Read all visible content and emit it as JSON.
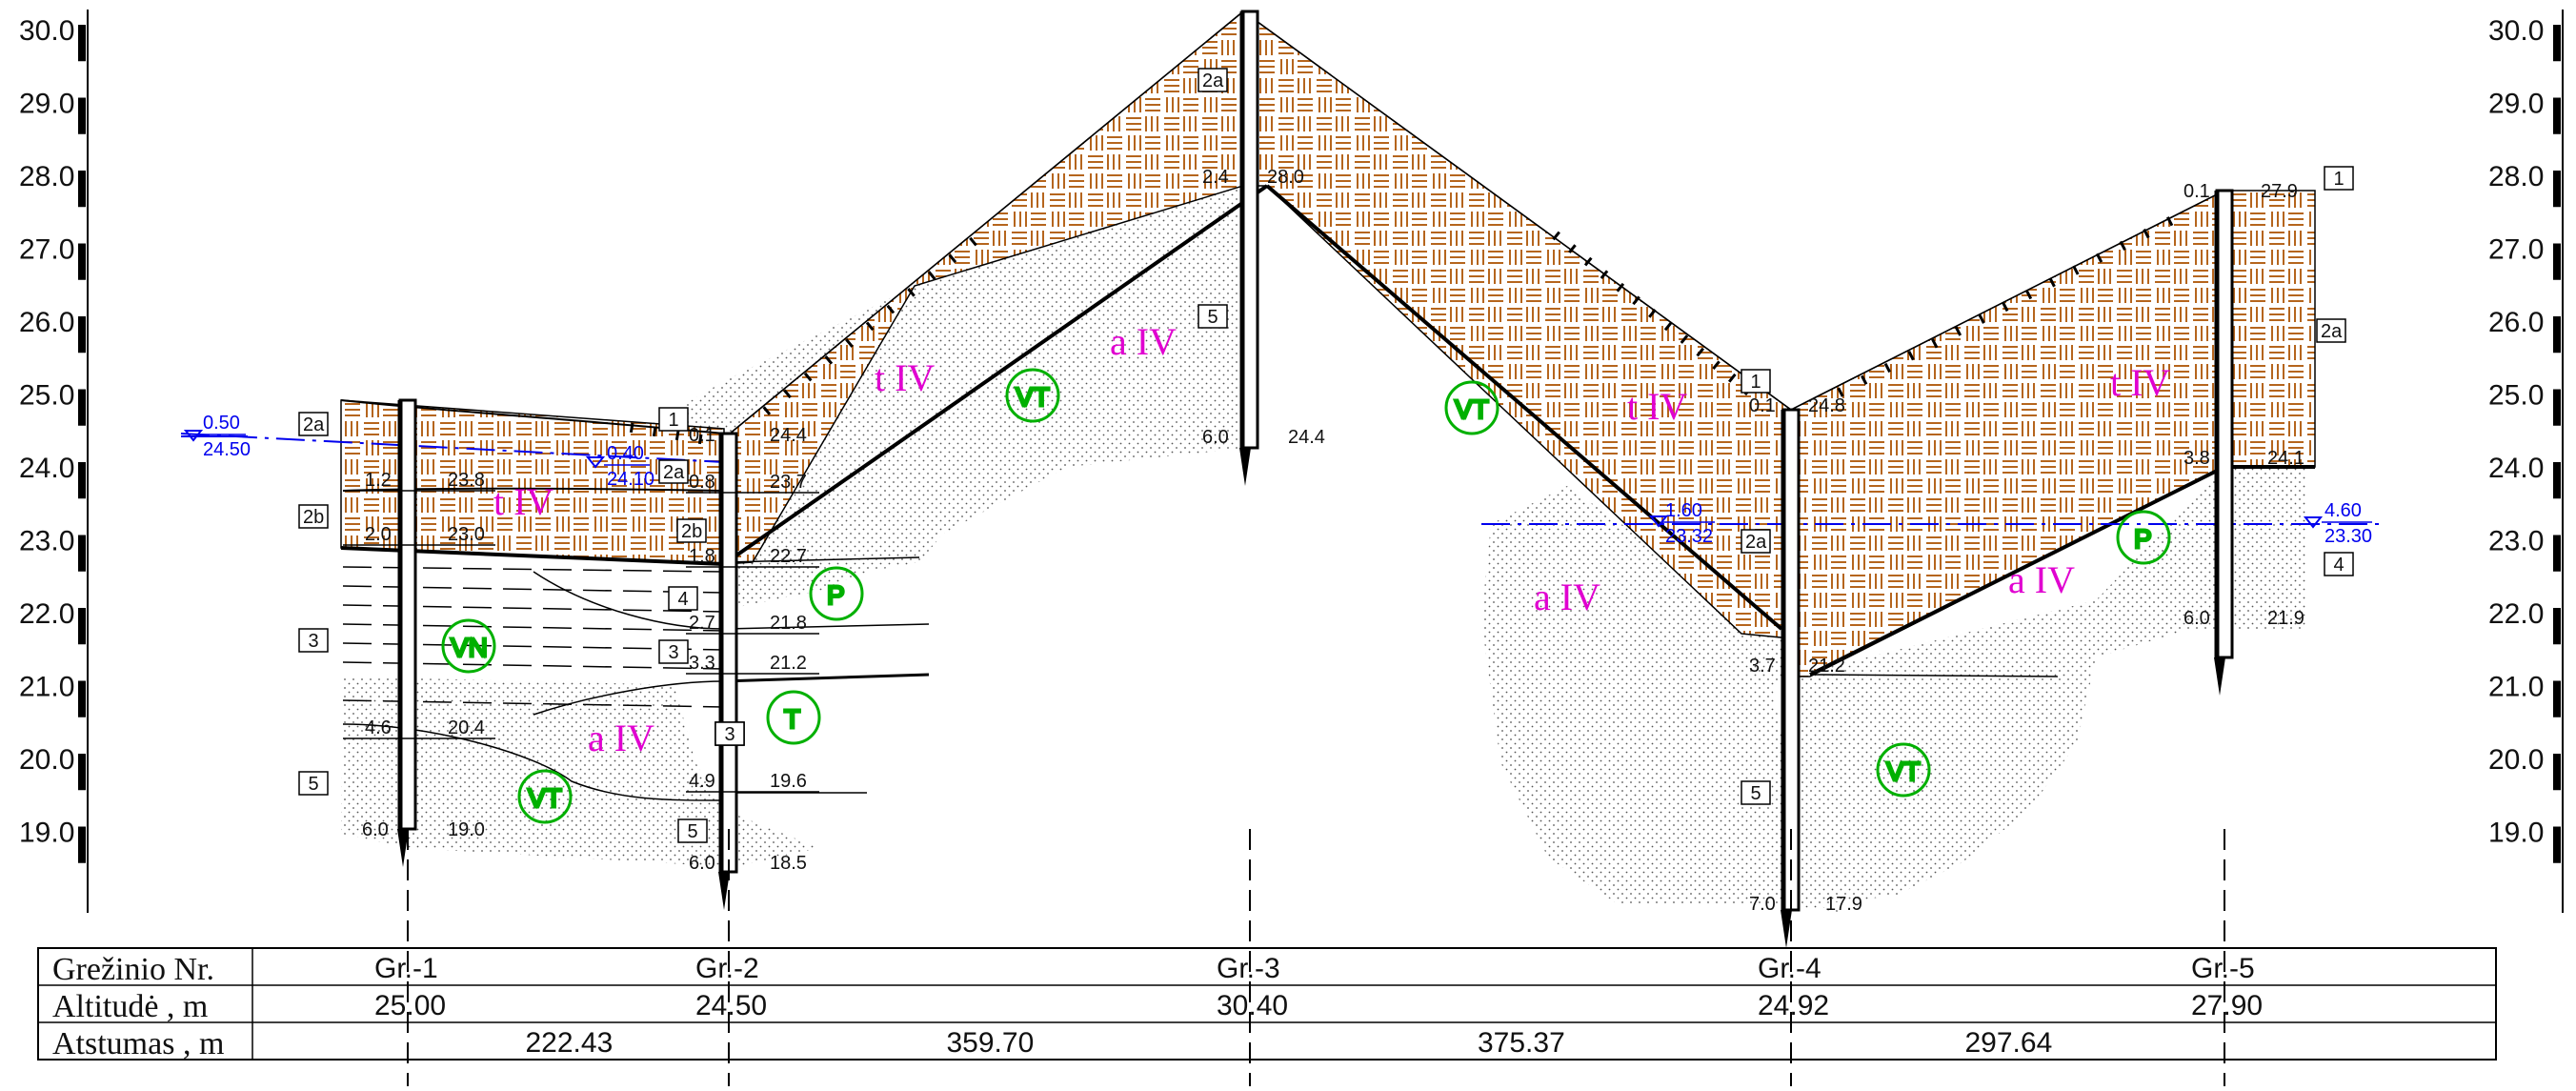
{
  "scale": {
    "ticks": [
      "30.0",
      "29.0",
      "28.0",
      "27.0",
      "26.0",
      "25.0",
      "24.0",
      "23.0",
      "22.0",
      "21.0",
      "20.0",
      "19.0"
    ]
  },
  "wells": [
    {
      "id": "Gr.-1",
      "altitude": "25.00",
      "top": "",
      "bottom_depth": "6.0",
      "bottom_alt": "19.0"
    },
    {
      "id": "Gr.-2",
      "altitude": "24.50",
      "top": "24.4",
      "bottom_depth": "6.0",
      "bottom_alt": "18.5"
    },
    {
      "id": "Gr.-3",
      "altitude": "30.40",
      "top": "",
      "bottom_depth": "6.0",
      "bottom_alt": "24.4"
    },
    {
      "id": "Gr.-4",
      "altitude": "24.92",
      "top": "24.8",
      "bottom_depth": "7.0",
      "bottom_alt": "17.9"
    },
    {
      "id": "Gr.-5",
      "altitude": "27.90",
      "top": "27.9",
      "bottom_depth": "6.0",
      "bottom_alt": "21.9"
    }
  ],
  "distances": [
    "222.43",
    "359.70",
    "375.37",
    "297.64"
  ],
  "table": {
    "row1": "Grežinio Nr.",
    "row2": "Altitudė , m",
    "row3": "Atstumas , m"
  },
  "strata_labels": {
    "t": "t IV",
    "a": "a IV"
  },
  "soil_symbols": {
    "vt": "VT",
    "p": "P",
    "t": "T",
    "vn": "VN"
  },
  "layer_boxes": [
    "1",
    "2a",
    "2b",
    "3",
    "4",
    "5"
  ],
  "water": {
    "gr1_depth": "0.50",
    "gr1_alt": "24.50",
    "gr2_depth": "0.40",
    "gr2_alt": "24.10",
    "gr4_depth": "1.60",
    "gr4_alt": "23.32",
    "gr5_depth": "4.60",
    "gr5_alt": "23.30"
  },
  "depth_labels": {
    "g1": [
      [
        "1.2",
        "23.8"
      ],
      [
        "2.0",
        "23.0"
      ],
      [
        "4.6",
        "20.4"
      ]
    ],
    "g2": [
      [
        "0.1",
        "24.4"
      ],
      [
        "0.8",
        "23.7"
      ],
      [
        "1.8",
        "22.7"
      ],
      [
        "2.7",
        "21.8"
      ],
      [
        "3.3",
        "21.2"
      ],
      [
        "4.9",
        "19.6"
      ]
    ],
    "g3": [
      [
        "2.4",
        "28.0"
      ]
    ],
    "g4": [
      [
        "0.1",
        "24.8"
      ],
      [
        "3.7",
        "21.2"
      ]
    ],
    "g5": [
      [
        "0.1",
        "27.9"
      ],
      [
        "3.8",
        "24.1"
      ]
    ]
  },
  "colors": {
    "fill_brown": "#b5651d",
    "water": "#0000ee",
    "label": "#e000d0",
    "symbol": "#00b000"
  }
}
